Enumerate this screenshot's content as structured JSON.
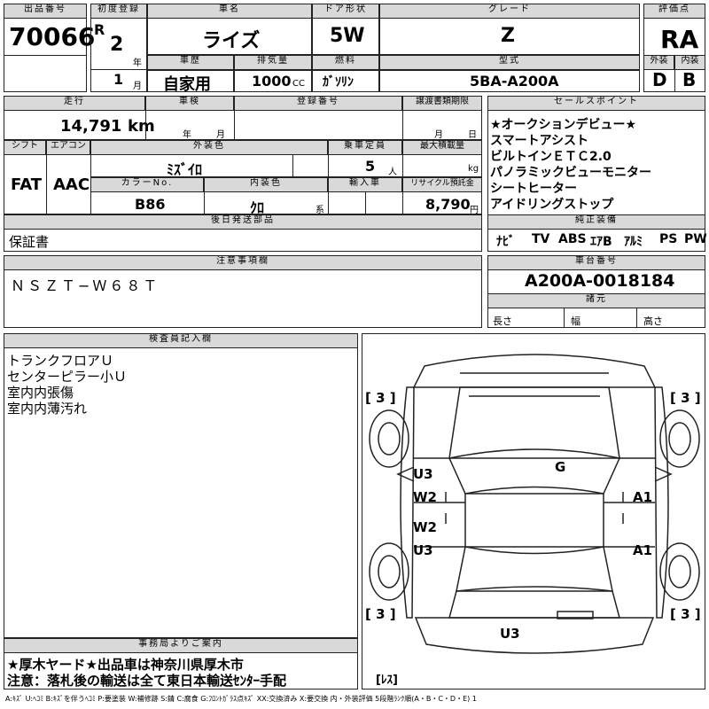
{
  "header": {
    "lot_label": "出品番号",
    "lot_number": "70066",
    "first_reg_label": "初度登録",
    "era": "R",
    "year": "2",
    "year_unit": "年",
    "month": "1",
    "month_unit": "月",
    "car_name_label": "車名",
    "car_name": "ライズ",
    "door_label": "ドア形状",
    "door": "5W",
    "grade_label": "グレード",
    "grade": "Z",
    "score_label": "評価点",
    "score": "RA",
    "history_label": "車歴",
    "history": "自家用",
    "displacement_label": "排気量",
    "displacement": "1000",
    "displacement_unit": "CC",
    "fuel_label": "燃料",
    "fuel": "ｶﾞｿﾘﾝ",
    "model_label": "型式",
    "model": "5BA-A200A",
    "exterior_label": "外装",
    "exterior_grade": "D",
    "interior_label": "内装",
    "interior_grade": "B"
  },
  "row2": {
    "mileage_label": "走行",
    "mileage": "14,791",
    "mileage_unit": "km",
    "inspection_label": "車検",
    "insp_year": "年",
    "insp_month": "月",
    "reg_no_label": "登録番号",
    "transfer_label": "譲渡書類期限",
    "transfer_month": "月",
    "transfer_day": "日",
    "shift_label": "シフト",
    "shift": "FAT",
    "ac_label": "エアコン",
    "ac": "AAC",
    "color_label": "外装色",
    "color": "ﾐｽﾞｲﾛ",
    "capacity_label": "乗車定員",
    "capacity": "5",
    "capacity_unit": "人",
    "max_load_label": "最大積載量",
    "max_load_unit": "kg",
    "color_no_label": "カラーNo.",
    "color_no": "B86",
    "interior_color_label": "内装色",
    "interior_color": "ｸﾛ",
    "interior_color_unit": "系",
    "import_label": "輸入車",
    "recycle_label": "リサイクル預託金",
    "recycle": "8,790",
    "recycle_unit": "円",
    "later_parts_label": "後日発送部品",
    "later_parts": "保証書"
  },
  "sales_points": {
    "label": "セールスポイント",
    "items": [
      "★オークションデビュー★",
      "スマートアシスト",
      "ビルトインＥＴＣ2.0",
      "パノラミックビューモニター",
      "シートヒーター",
      "アイドリングストップ"
    ]
  },
  "equipment": {
    "label": "純正装備",
    "items": [
      "ﾅﾋﾞ",
      "TV",
      "ABS",
      "ｴｱB",
      "ｱﾙﾐ",
      "PS",
      "PW"
    ]
  },
  "notes": {
    "label": "注意事項欄",
    "text": "ＮＳＺＴ−Ｗ６８Ｔ"
  },
  "chassis": {
    "label": "車台番号",
    "number": "A200A-0018184",
    "dims_label": "諸元",
    "length": "長さ",
    "width": "幅",
    "height": "高さ"
  },
  "inspector": {
    "label": "検査員記入欄",
    "lines": [
      "トランクフロアＵ",
      "センターピラー小Ｕ",
      "室内内張傷",
      "室内内薄汚れ"
    ]
  },
  "office": {
    "label": "事務局よりご案内",
    "lines": [
      "★厚木ヤード★出品車は神奈川県厚木市",
      "注意：落札後の輸送は全て東日本輸送ｾﾝﾀｰ手配"
    ]
  },
  "diagram": {
    "tl": "[ 3 ]",
    "tr": "[ 3 ]",
    "bl": "[ 3 ]",
    "br": "[ 3 ]",
    "g": "G",
    "left_upper_1": "U3",
    "left_upper_2": "W2",
    "left_lower_1": "W2",
    "left_lower_2": "U3",
    "right_upper": "A1",
    "right_lower": "A1",
    "rear": "U3",
    "less": "[ﾚｽ]"
  },
  "legend": "A:ｷｽﾞ U:ﾍｺﾐ B:ｷｽﾞを伴うﾍｺﾐ P:要塗装 W:補修跡 S:錆 C:腐食 G:ﾌﾛﾝﾄｶﾞﾗｽ点ｷｽﾞ XX:交換済み X:要交換 内・外装評価 5段階ﾗﾝｸ順(A・B・C・D・E) 1"
}
